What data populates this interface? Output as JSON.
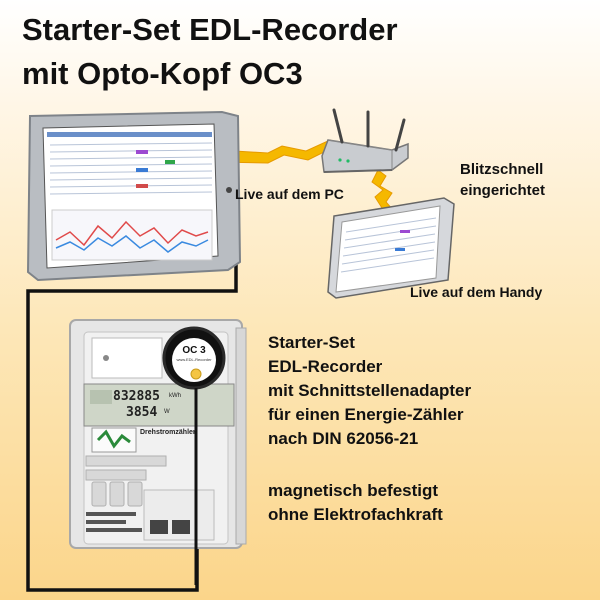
{
  "title_line1": "Starter-Set EDL-Recorder",
  "title_line2": "mit Opto-Kopf OC3",
  "label_pc": "Live auf dem PC",
  "label_fast_1": "Blitzschnell",
  "label_fast_2": "eingerichtet",
  "label_handy": "Live auf dem Handy",
  "description": [
    "Starter-Set",
    "EDL-Recorder",
    "mit Schnittstellenadapter",
    "für einen Energie-Zähler",
    "nach DIN 62056-21"
  ],
  "features": [
    "magnetisch befestigt",
    "ohne Elektrofachkraft"
  ],
  "opto_head": {
    "name": "OC 3",
    "sub": "www.EDL-Recorder"
  },
  "meter": {
    "reading_1": "832885",
    "unit_1": "kWh",
    "reading_2": "3854",
    "unit_2": "W",
    "type_label": "Drehstromzähler"
  },
  "colors": {
    "cable": "#111111",
    "wifi_signal": "#f5b800",
    "tablet_frame": "#b9bdc2",
    "meter_body": "#e6e6e6"
  }
}
